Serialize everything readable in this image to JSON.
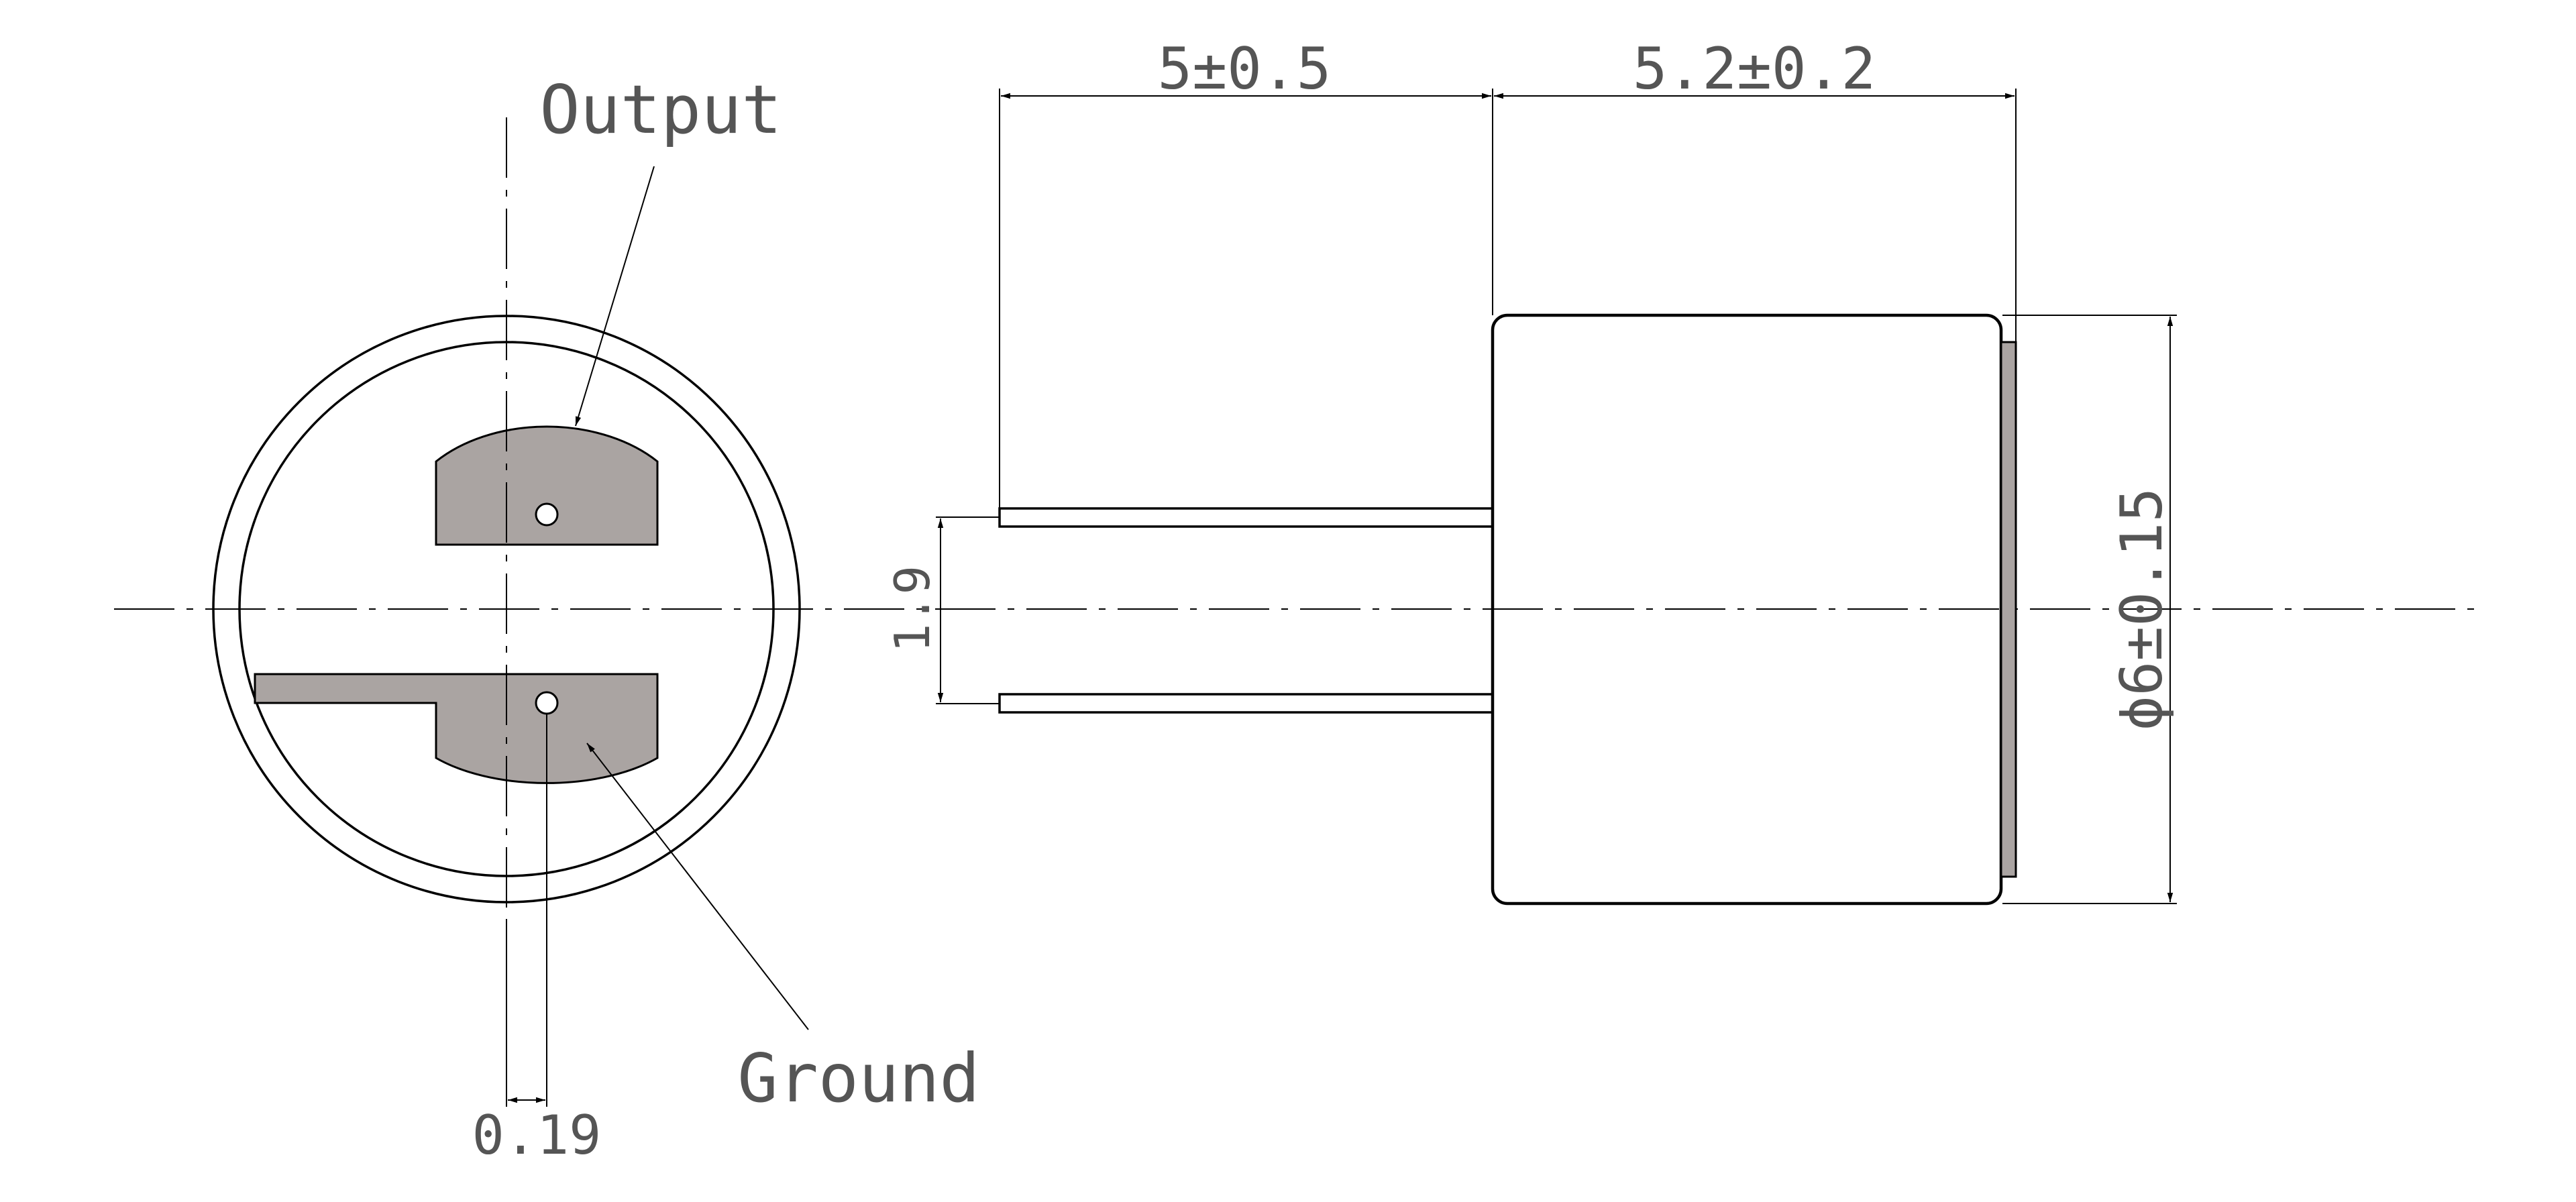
{
  "labels": {
    "output": "Output",
    "ground": "Ground"
  },
  "dimensions": {
    "pin_length": "5±0.5",
    "body_length": "5.2±0.2",
    "diameter": "ϕ6±0.15",
    "pin_spacing": "1.9",
    "offset": "0.19"
  },
  "colors": {
    "pad_fill": "#aaa4a2",
    "line": "#000000",
    "text": "#555555"
  }
}
